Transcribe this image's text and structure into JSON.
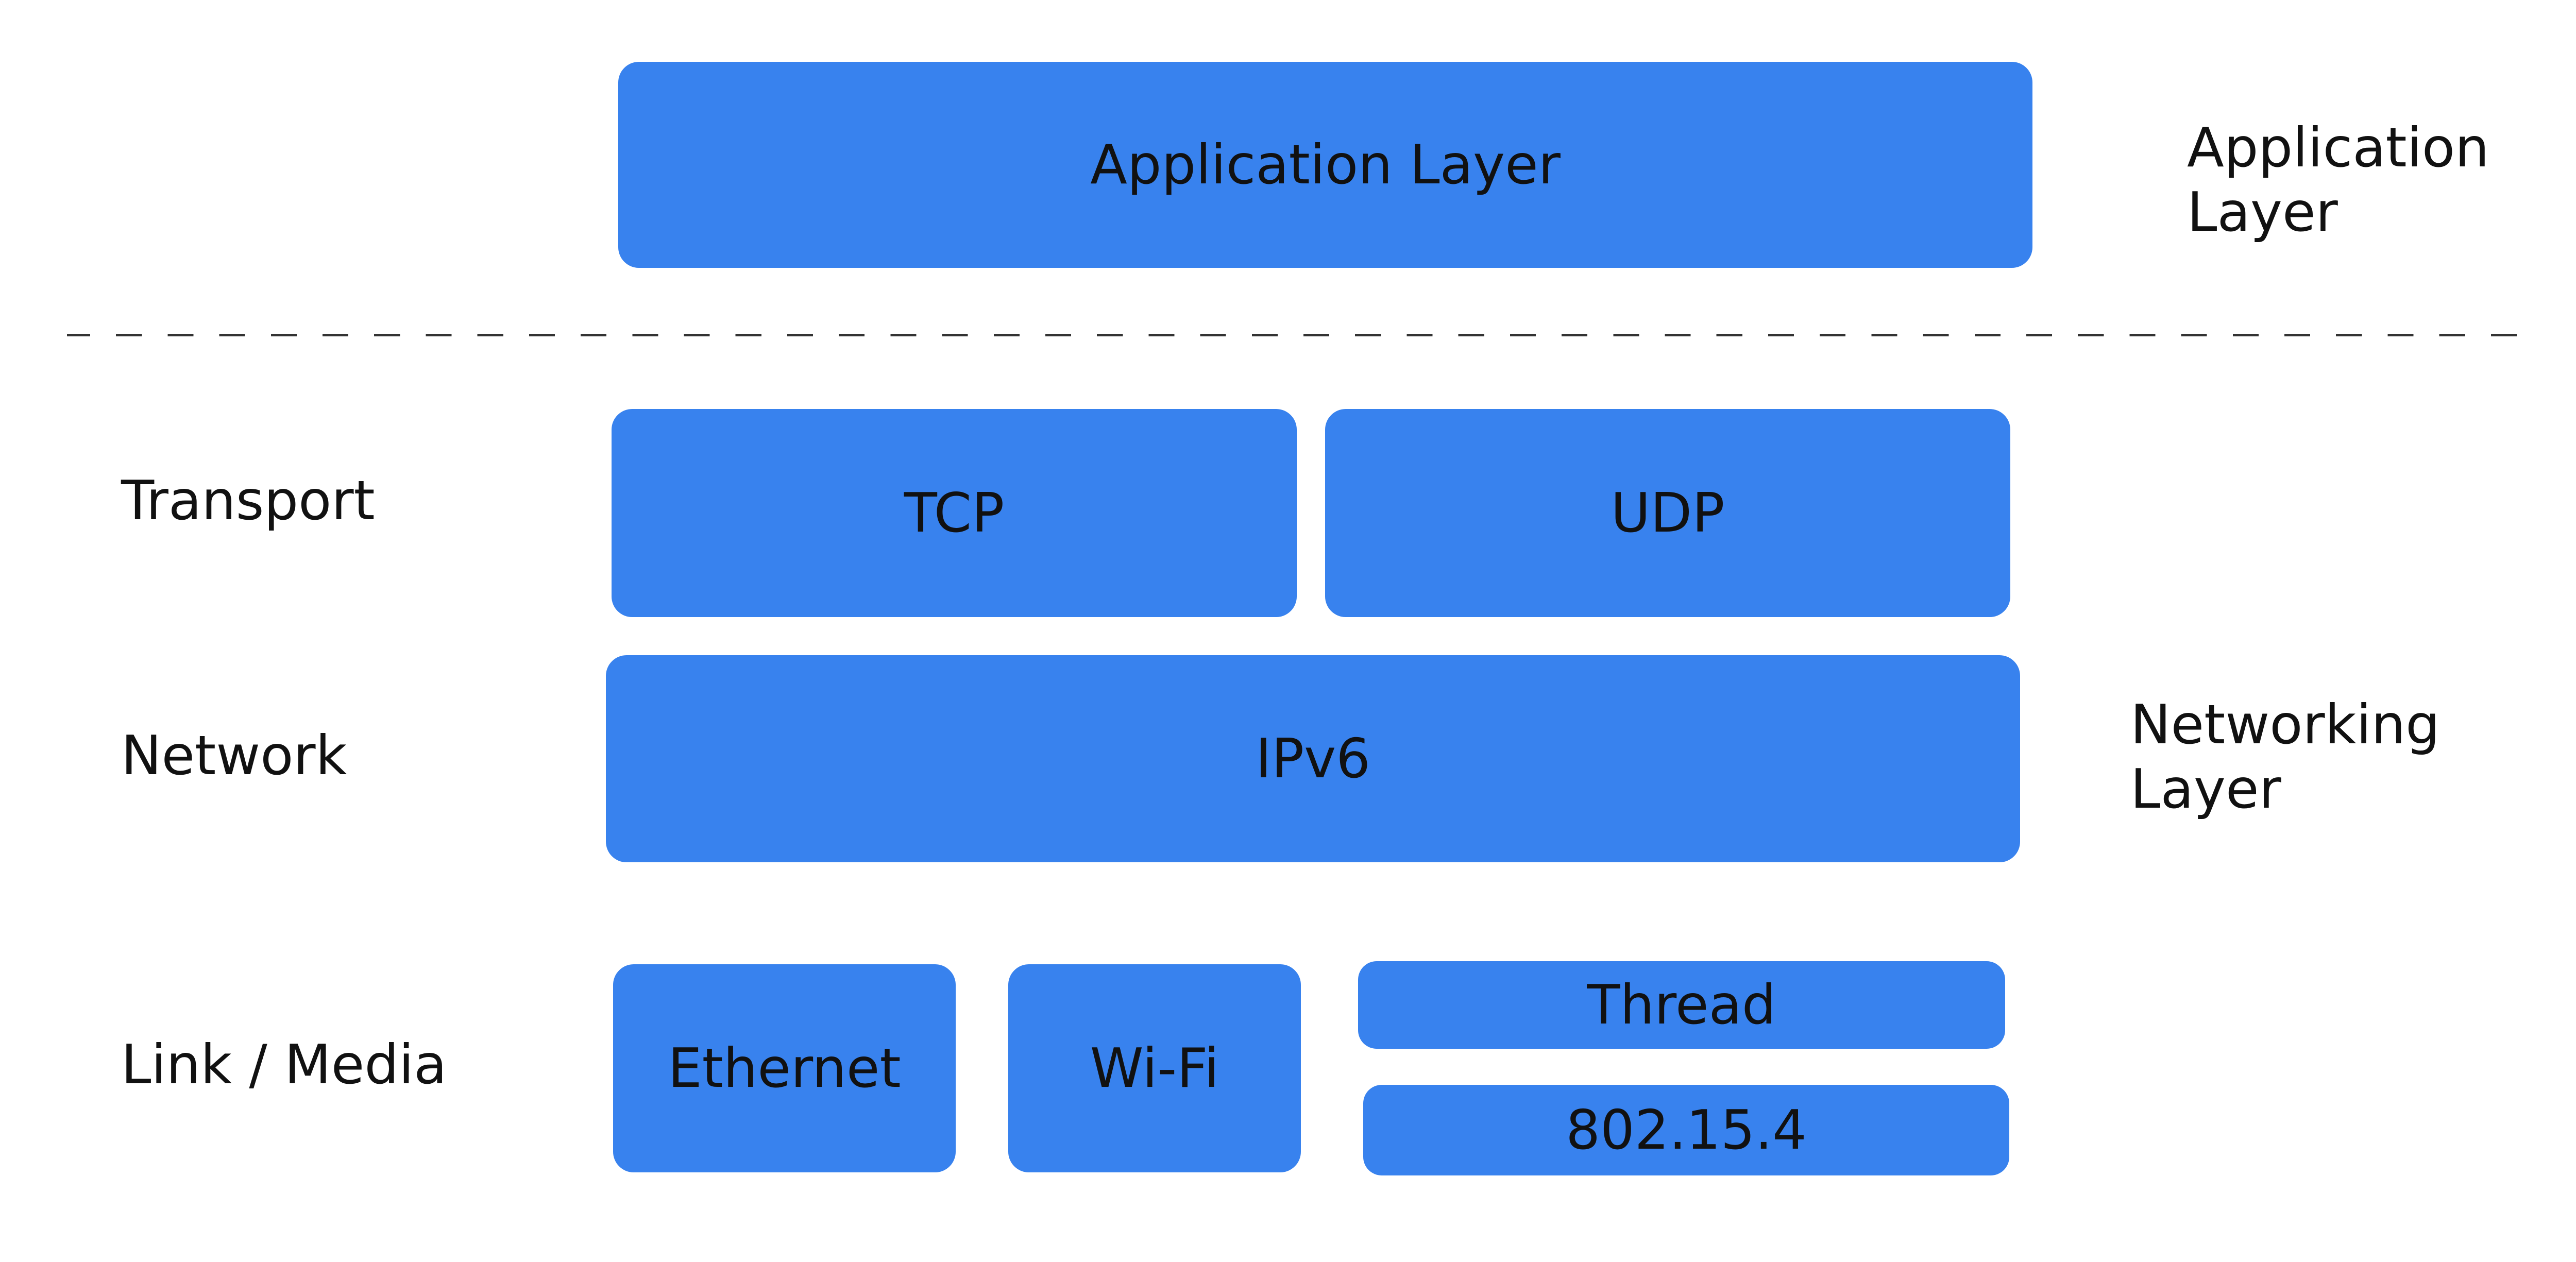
{
  "diagram": {
    "boxes": {
      "application": "Application Layer",
      "tcp": "TCP",
      "udp": "UDP",
      "ipv6": "IPv6",
      "ethernet": "Ethernet",
      "wifi": "Wi-Fi",
      "thread": "Thread",
      "ieee802154": "802.15.4"
    },
    "left_labels": {
      "transport": "Transport",
      "network": "Network",
      "link_media": "Link / Media"
    },
    "right_labels": {
      "application_line1": "Application",
      "application_line2": "Layer",
      "networking_line1": "Networking",
      "networking_line2": "Layer"
    }
  },
  "colors": {
    "box_fill": "#3882EE",
    "text": "#111111",
    "divider": "#333333",
    "background": "#ffffff"
  }
}
